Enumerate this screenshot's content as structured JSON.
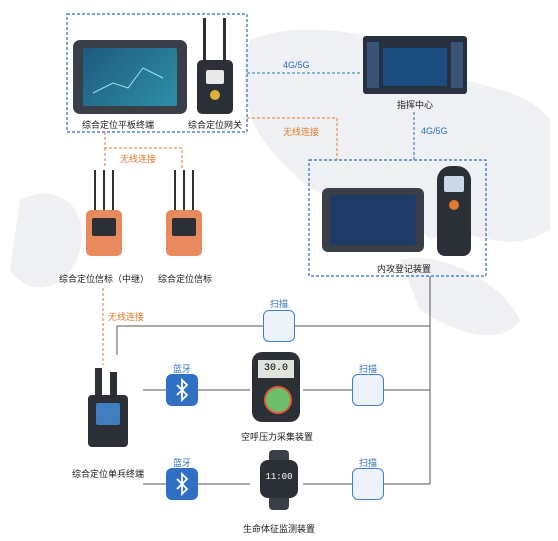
{
  "devices": {
    "tablet_terminal": "综合定位平板终端",
    "gateway": "综合定位网关",
    "command_center": "指挥中心",
    "registration": "内攻登记装置",
    "beacon_relay": "综合定位信标（中继）",
    "beacon": "综合定位信标",
    "soldier_terminal": "综合定位单兵终端",
    "air_pressure": "空呼压力采集装置",
    "vital_signs": "生命体征监测装置"
  },
  "links": {
    "net_top": "4G/5G",
    "net_right": "4G/5G",
    "wireless_top": "无线连接",
    "wireless_mid": "无线连接",
    "wireless_low": "无线连接",
    "scan_top": "扫描",
    "scan_mid": "扫描",
    "scan_low": "扫描",
    "bt_mid": "蓝牙",
    "bt_low": "蓝牙"
  },
  "screens": {
    "air_pressure_readout": "30.0",
    "vital_time": "11:00"
  },
  "colors": {
    "network_blue": "#2a6fc0",
    "wireless_orange": "#e07a2c",
    "device_dark": "#2b2f36",
    "beacon_orange": "#e98a5e"
  }
}
